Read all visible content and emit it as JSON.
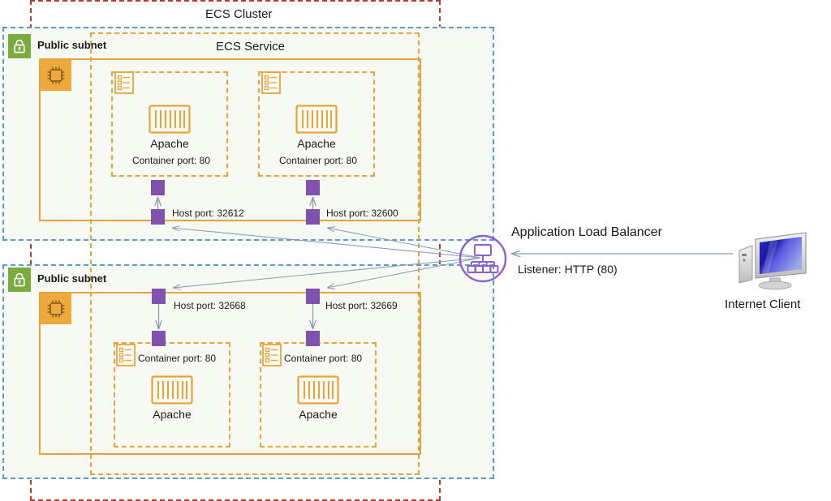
{
  "diagram": {
    "title": "ECS Cluster",
    "cluster_label": "ECS Cluster",
    "service_label": "ECS Service",
    "subnets": [
      {
        "label": "Public subnet",
        "icon": "lock-icon"
      },
      {
        "label": "Public subnet",
        "icon": "lock-icon"
      }
    ],
    "tasks": [
      {
        "app": "Apache",
        "container_port": "Container port: 80",
        "host_port": "Host port: 32612",
        "icon": "task-definition-icon",
        "app_icon": "container-icon"
      },
      {
        "app": "Apache",
        "container_port": "Container port: 80",
        "host_port": "Host port: 32600",
        "icon": "task-definition-icon",
        "app_icon": "container-icon"
      },
      {
        "app": "Apache",
        "container_port": "Container port: 80",
        "host_port": "Host port: 32668",
        "icon": "task-definition-icon",
        "app_icon": "container-icon"
      },
      {
        "app": "Apache",
        "container_port": "Container port: 80",
        "host_port": "Host port: 32669",
        "icon": "task-definition-icon",
        "app_icon": "container-icon"
      }
    ],
    "load_balancer": {
      "label": "Application Load Balancer",
      "listener": "Listener: HTTP (80)",
      "icon": "load-balancer-icon"
    },
    "client": {
      "label": "Internet Client",
      "icon": "desktop-computer-icon"
    },
    "ec2_instances": [
      {
        "icon": "ec2-instance-icon"
      },
      {
        "icon": "ec2-instance-icon"
      }
    ],
    "colors": {
      "cluster_border": "#c0392b",
      "subnet_border": "#5b9bd5",
      "subnet_fill": "#f7faf2",
      "service_border": "#e8a33d",
      "ec2_border": "#e8a33d",
      "ec2_fill": "#eda93c",
      "lock_fill": "#7aab3e",
      "port_square": "#7f52ad",
      "alb_purple": "#8c5fd0",
      "arrow": "#8f9bb3",
      "text": "#1a1a1a"
    }
  }
}
